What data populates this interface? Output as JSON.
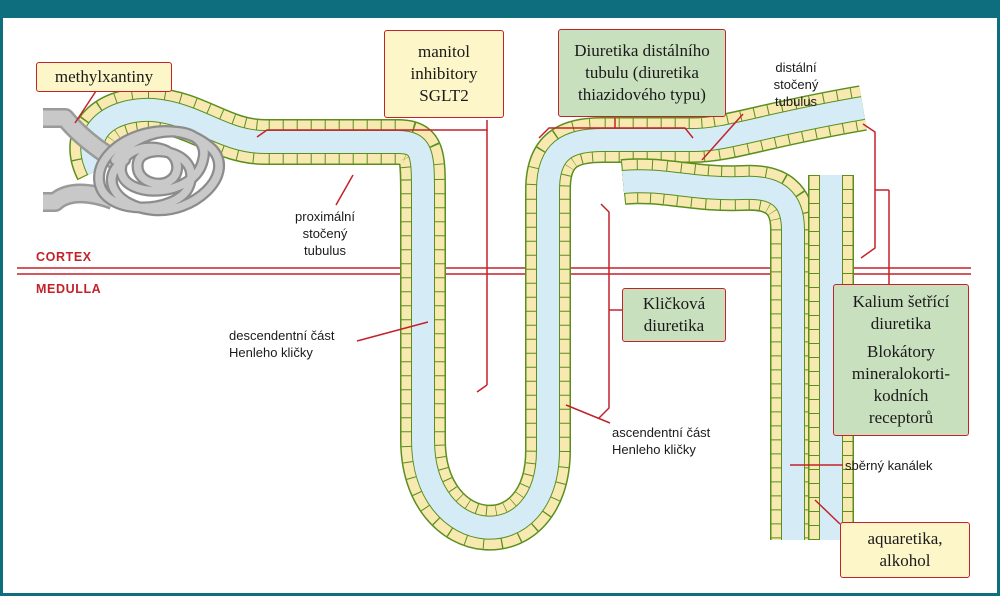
{
  "diagram": {
    "colors": {
      "frame": "#0f6e7e",
      "lumen": "#d5ecf7",
      "cells": "#f7e9b0",
      "cell_border": "#5a8f1f",
      "pointer": "#c4222a",
      "box_yellow": "#fdf6c8",
      "box_green": "#c9e0bf"
    },
    "zones": {
      "cortex": "CORTEX",
      "medulla": "MEDULLA"
    },
    "boxes": {
      "methylxantiny": [
        "methylxantiny"
      ],
      "manitol": [
        "manitol",
        "inhibitory",
        "SGLT2"
      ],
      "thiazide": [
        "Diuretika distálního",
        "tubulu (diuretika",
        "thiazidového typu)"
      ],
      "loop": [
        "Kličková",
        "diuretika"
      ],
      "kalium": [
        "Kalium šetřící",
        "diuretika",
        "Blokátory",
        "mineralokorti-",
        "kodních",
        "receptorů"
      ],
      "aquaretika": [
        "aquaretika,",
        "alkohol"
      ]
    },
    "labels": {
      "proximal": [
        "proximální",
        "stočený",
        "tubulus"
      ],
      "distal": [
        "distální",
        "stočený",
        "tubulus"
      ],
      "descending": [
        "descendentní část",
        "Henleho kličky"
      ],
      "ascending": [
        "ascendentní část",
        "Henleho kličky"
      ],
      "collecting": [
        "sběrný kanálek"
      ]
    }
  }
}
